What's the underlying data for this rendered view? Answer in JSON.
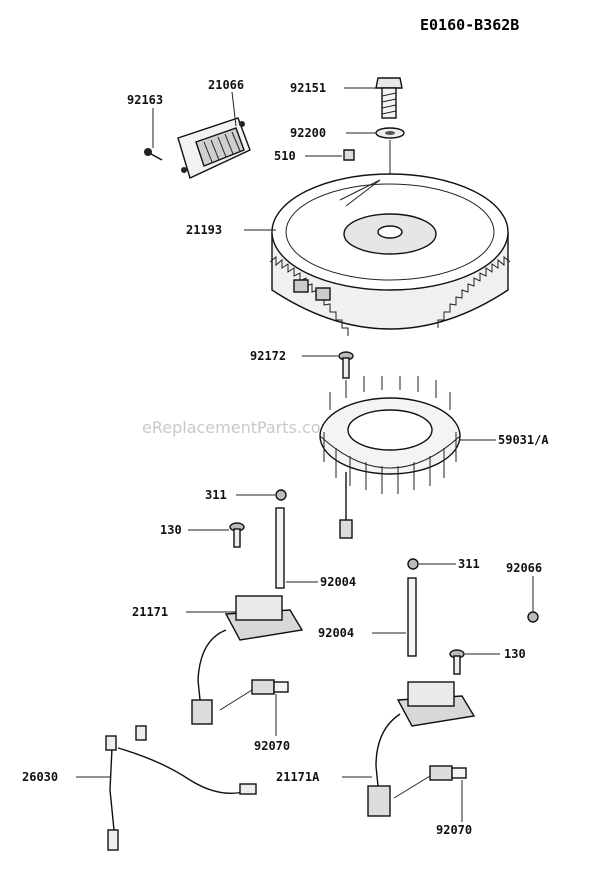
{
  "diagram_id": "E0160-B362B",
  "watermark": "eReplacementParts.com",
  "labels": {
    "p92163": "92163",
    "p21066": "21066",
    "p92151": "92151",
    "p92200": "92200",
    "p510": "510",
    "p21193": "21193",
    "p92172": "92172",
    "p59031A": "59031/A",
    "p311a": "311",
    "p130a": "130",
    "p92004a": "92004",
    "p21171": "21171",
    "p311b": "311",
    "p92066": "92066",
    "p92004b": "92004",
    "p130b": "130",
    "p92070a": "92070",
    "p26030": "26030",
    "p21171A": "21171A",
    "p92070b": "92070"
  }
}
